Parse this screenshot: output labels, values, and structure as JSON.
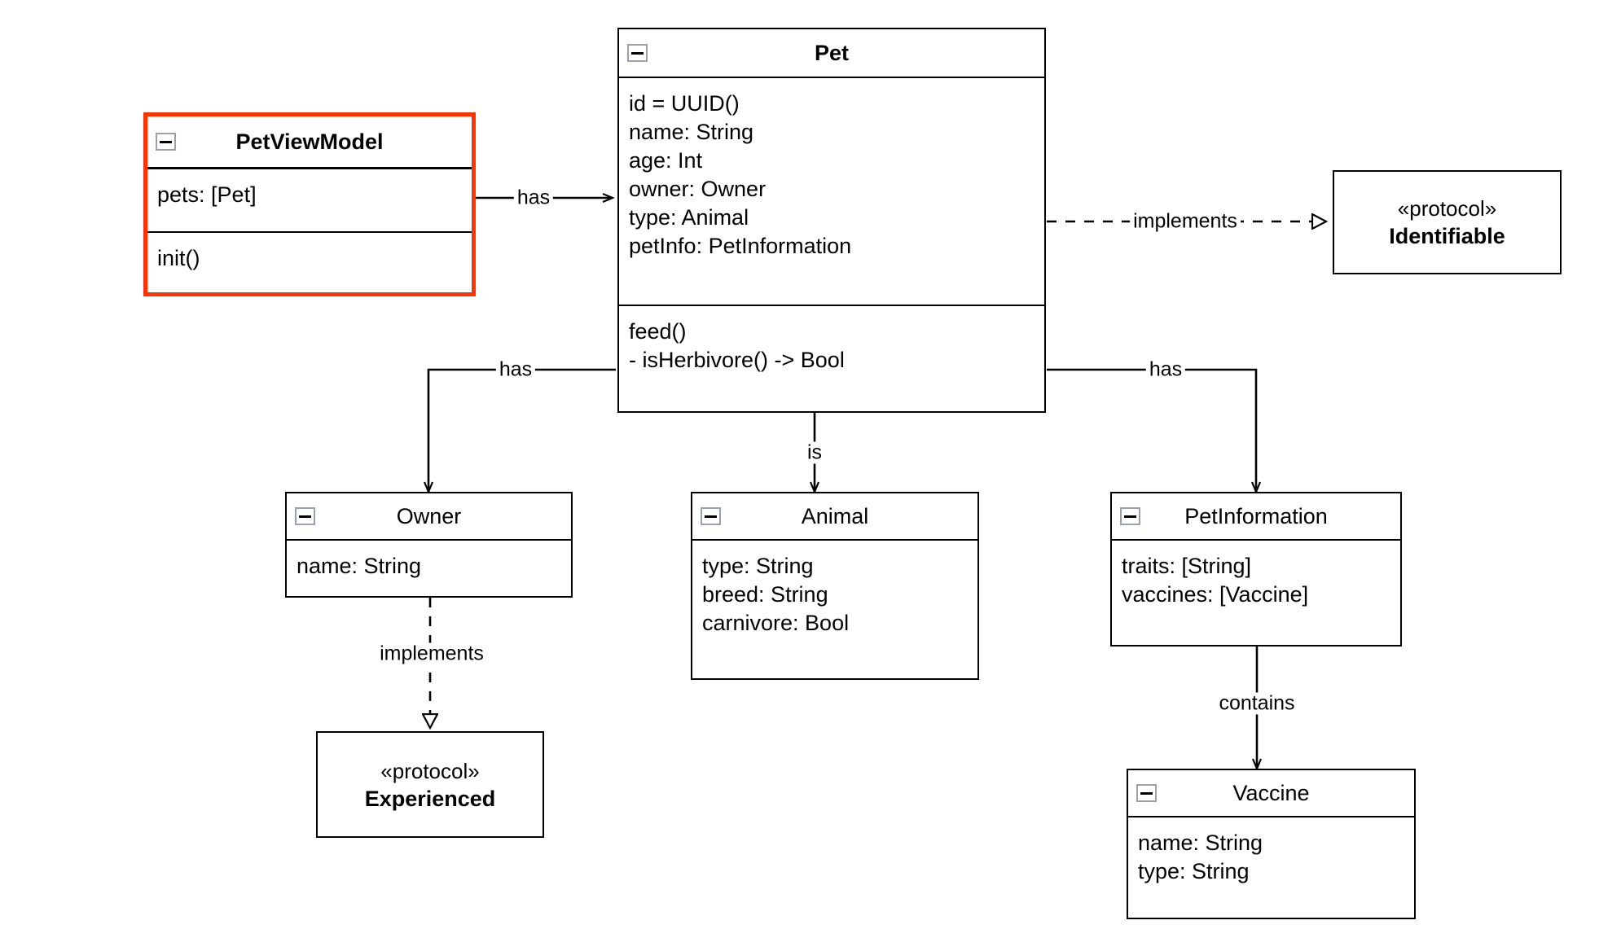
{
  "diagram": {
    "type": "uml-class-diagram",
    "accent_highlight_color": "#ff3300",
    "line_color": "#000000",
    "background": "#ffffff"
  },
  "classes": {
    "pet": {
      "name": "Pet",
      "collapse_icon": "collapse-minus-icon",
      "attributes": [
        "id = UUID()",
        "name: String",
        "age: Int",
        "owner: Owner",
        "type: Animal",
        "petInfo: PetInformation"
      ],
      "methods": [
        "feed()",
        "- isHerbivore() -> Bool"
      ]
    },
    "pet_view_model": {
      "name": "PetViewModel",
      "collapse_icon": "collapse-minus-icon",
      "attributes": [
        "pets: [Pet]"
      ],
      "methods": [
        "init()"
      ]
    },
    "owner": {
      "name": "Owner",
      "collapse_icon": "collapse-minus-icon",
      "attributes": [
        "name: String"
      ]
    },
    "animal": {
      "name": "Animal",
      "collapse_icon": "collapse-minus-icon",
      "attributes": [
        "type: String",
        "breed: String",
        "carnivore: Bool"
      ]
    },
    "pet_information": {
      "name": "PetInformation",
      "collapse_icon": "collapse-minus-icon",
      "attributes": [
        "traits: [String]",
        "vaccines: [Vaccine]"
      ]
    },
    "vaccine": {
      "name": "Vaccine",
      "collapse_icon": "collapse-minus-icon",
      "attributes": [
        "name: String",
        "type: String"
      ]
    }
  },
  "protocols": {
    "identifiable": {
      "stereotype": "«protocol»",
      "name": "Identifiable"
    },
    "experienced": {
      "stereotype": "«protocol»",
      "name": "Experienced"
    }
  },
  "relations": {
    "viewmodel_to_pet": "has",
    "pet_to_identifiable": "implements",
    "pet_to_owner": "has",
    "pet_to_animal": "is",
    "pet_to_petinformation": "has",
    "owner_to_experienced": "implements",
    "petinformation_to_vaccine": "contains"
  }
}
